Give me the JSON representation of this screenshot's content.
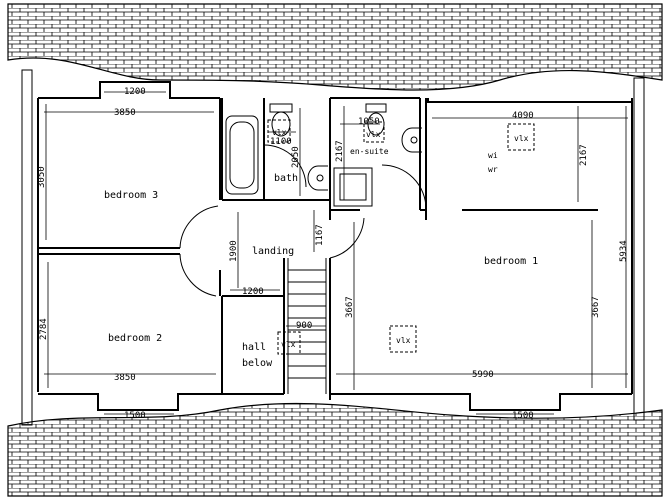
{
  "rooms": {
    "bedroom1": "bedroom 1",
    "bedroom2": "bedroom 2",
    "bedroom3": "bedroom 3",
    "bath": "bath",
    "landing": "landing",
    "hall_below_1": "hall",
    "hall_below_2": "below",
    "en_suite": "en-suite",
    "wardrobe_1": "wi",
    "wardrobe_2": "wr"
  },
  "fixtures": {
    "velux_1": "vlx",
    "velux_2": "vlx",
    "velux_3": "vlx",
    "velux_4": "vlx",
    "velux_5": "vlx"
  },
  "dimensions": {
    "b3_window": "1200",
    "b3_width": "3850",
    "b3_height": "3050",
    "bath_width": "1100",
    "bath_height": "2050",
    "ensuite_width": "1050",
    "ensuite_height": "2167",
    "b1_upper_width": "4090",
    "b1_upper_height": "2167",
    "b1_total_height": "5934",
    "landing_height": "1900",
    "landing_gap": "1167",
    "landing_width": "1200",
    "b2_height": "2784",
    "b2_width": "3850",
    "b2_window": "1500",
    "stair_width": "900",
    "b1_lower_left": "3667",
    "b1_lower_right": "3667",
    "b1_width": "5990",
    "b1_window": "1500"
  }
}
